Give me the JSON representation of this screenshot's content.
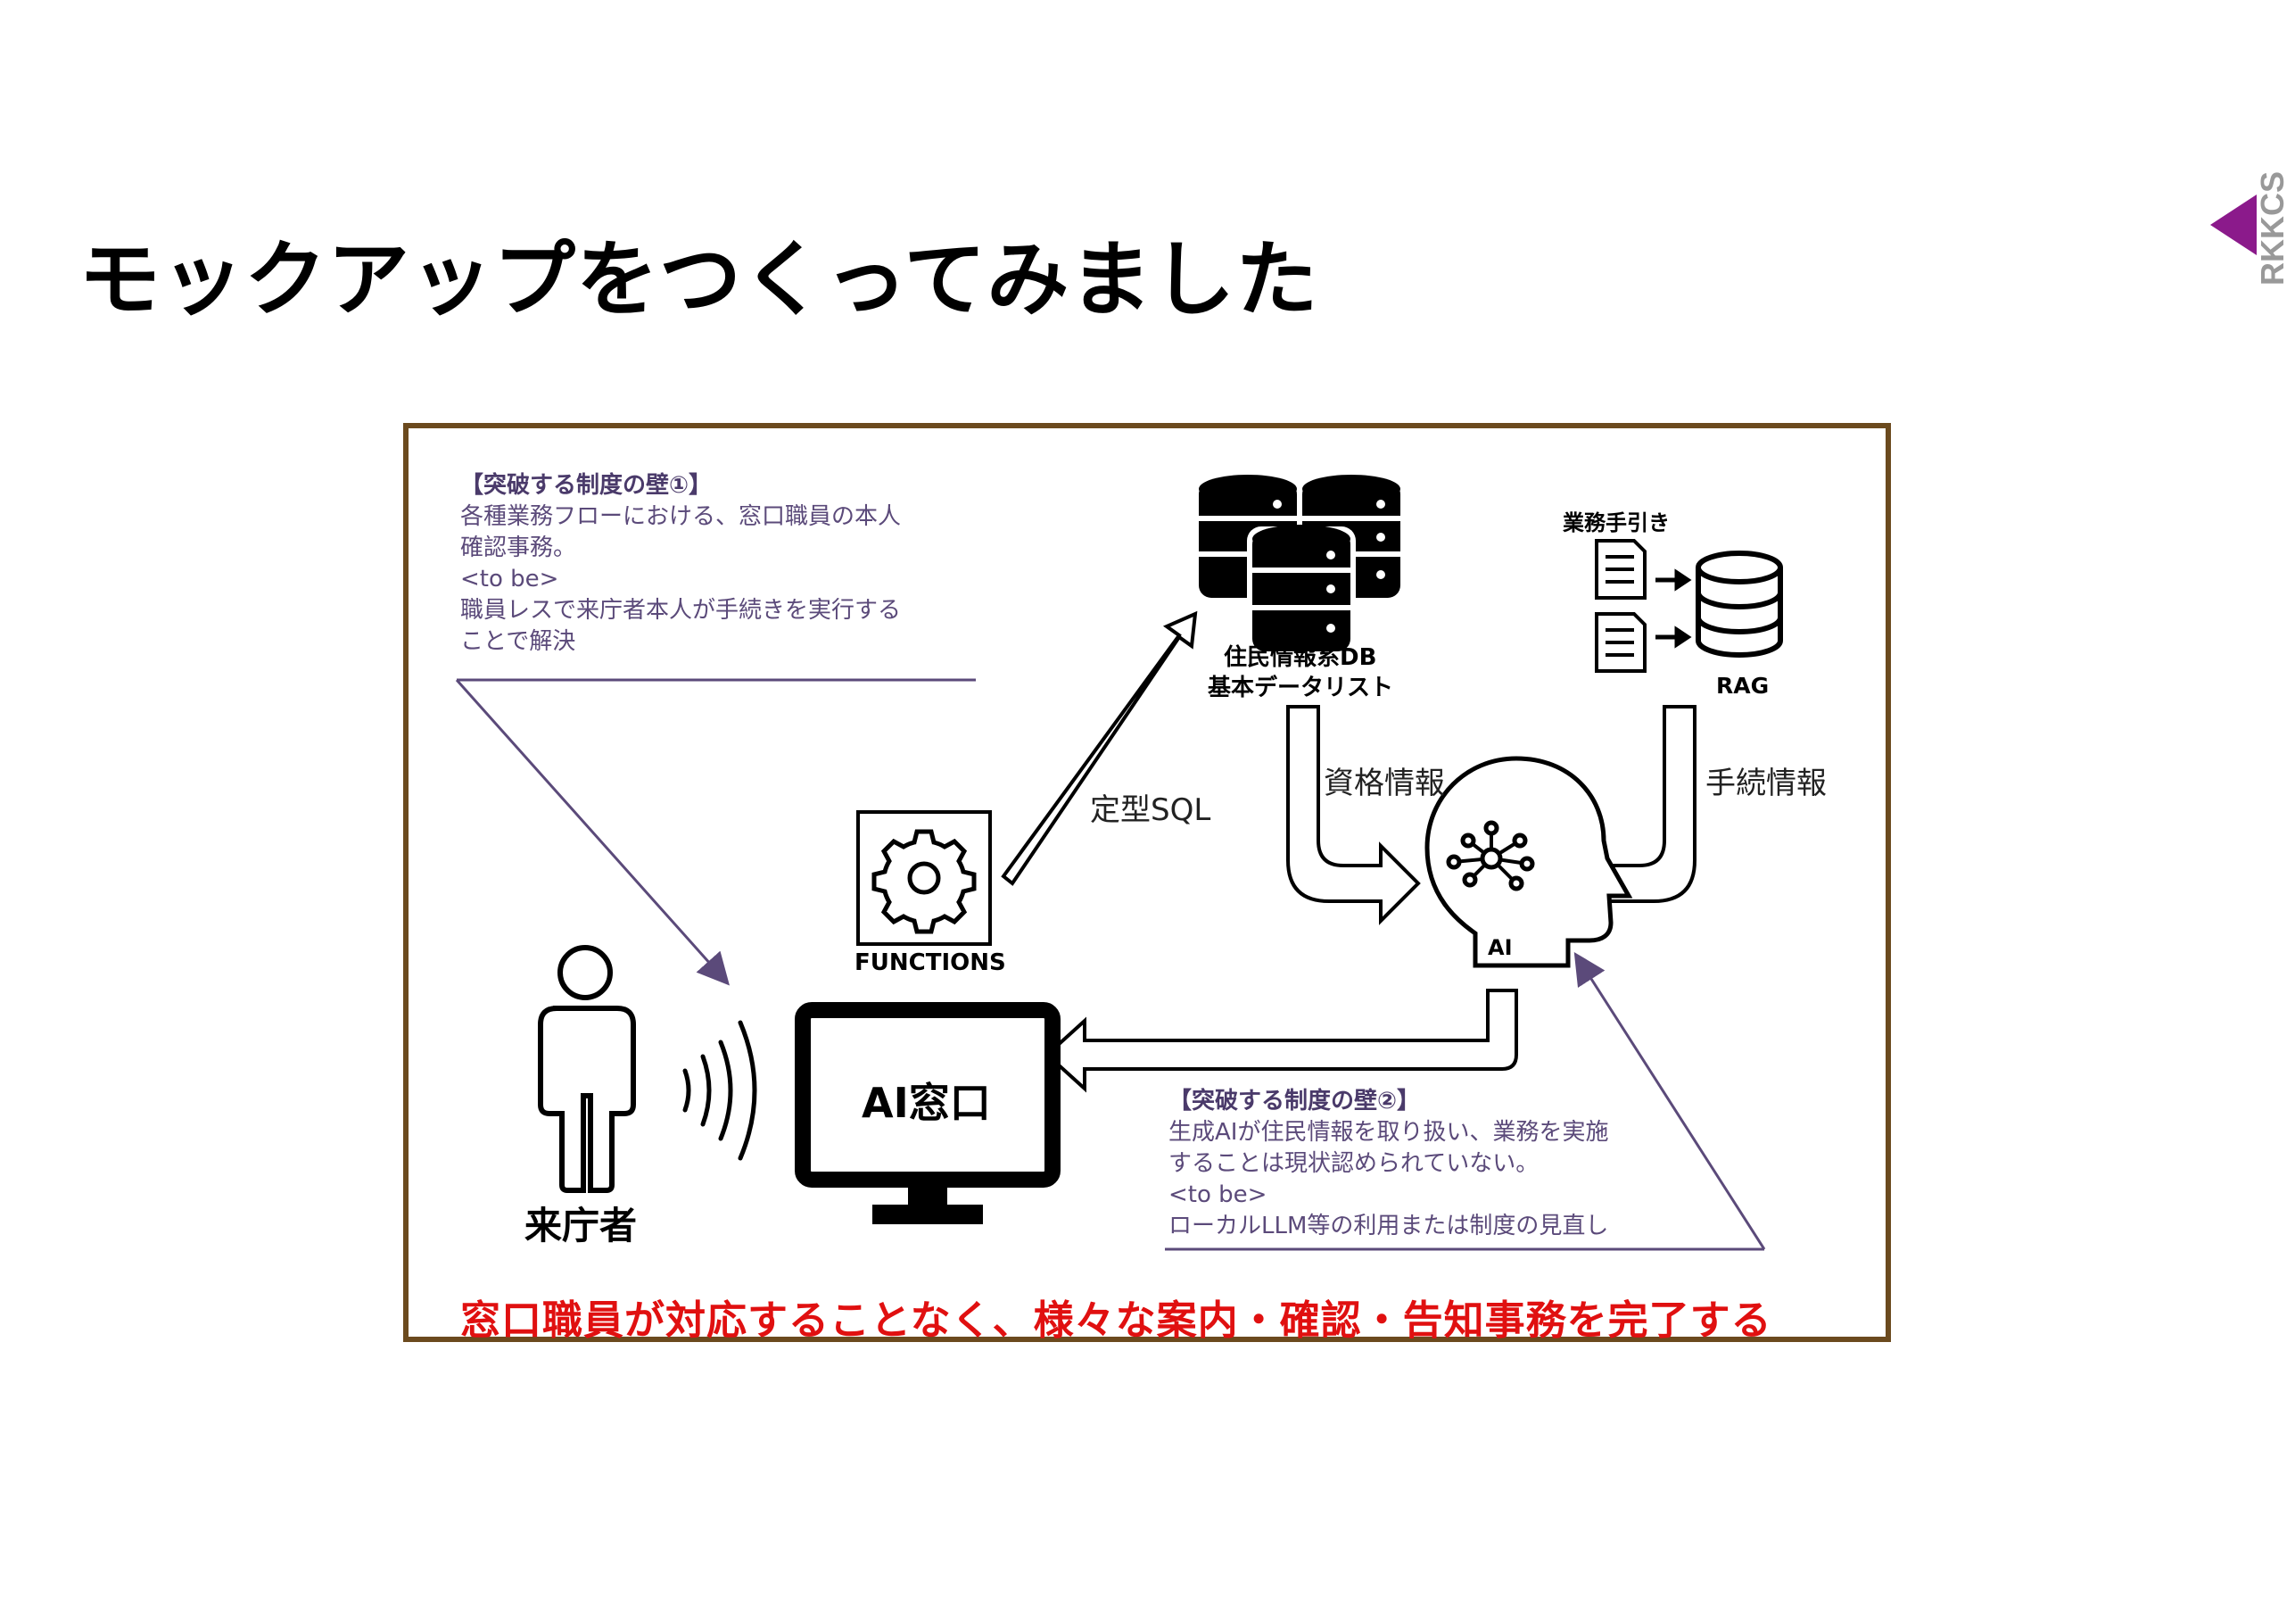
{
  "title": "モックアップをつくってみました",
  "logo": {
    "text": "RKKCS",
    "color": "#8b1a8b"
  },
  "wall1": {
    "heading": "【突破する制度の壁①】",
    "lines": [
      "各種業務フローにおける、窓口職員の本人",
      "確認事務。",
      "<to be>",
      "職員レスで来庁者本人が手続きを実行する",
      "ことで解決"
    ]
  },
  "wall2": {
    "heading": "【突破する制度の壁②】",
    "lines": [
      "生成AIが住民情報を取り扱い、業務を実施",
      "することは現状認められていない。",
      "<to be>",
      "ローカルLLM等の利用または制度の見直し"
    ]
  },
  "db": {
    "label1": "住民情報系DB",
    "label2": "基本データリスト"
  },
  "rag": {
    "top_label": "業務手引き",
    "label": "RAG"
  },
  "functions": {
    "label": "FUNCTIONS"
  },
  "ai": {
    "label": "AI"
  },
  "ai_window": {
    "label": "AI窓口"
  },
  "visitor": {
    "label": "来庁者"
  },
  "flows": {
    "sql": "定型SQL",
    "qualification": "資格情報",
    "procedure": "手続情報"
  },
  "bottom_message": "窓口職員が対応することなく、様々な案内・確認・告知事務を完了する",
  "colors": {
    "frame": "#6b4a1e",
    "wall_text": "#5b4a7a",
    "wall_line": "#5b4a7a",
    "bottom": "#e01010",
    "logo": "#8b1a8b"
  }
}
